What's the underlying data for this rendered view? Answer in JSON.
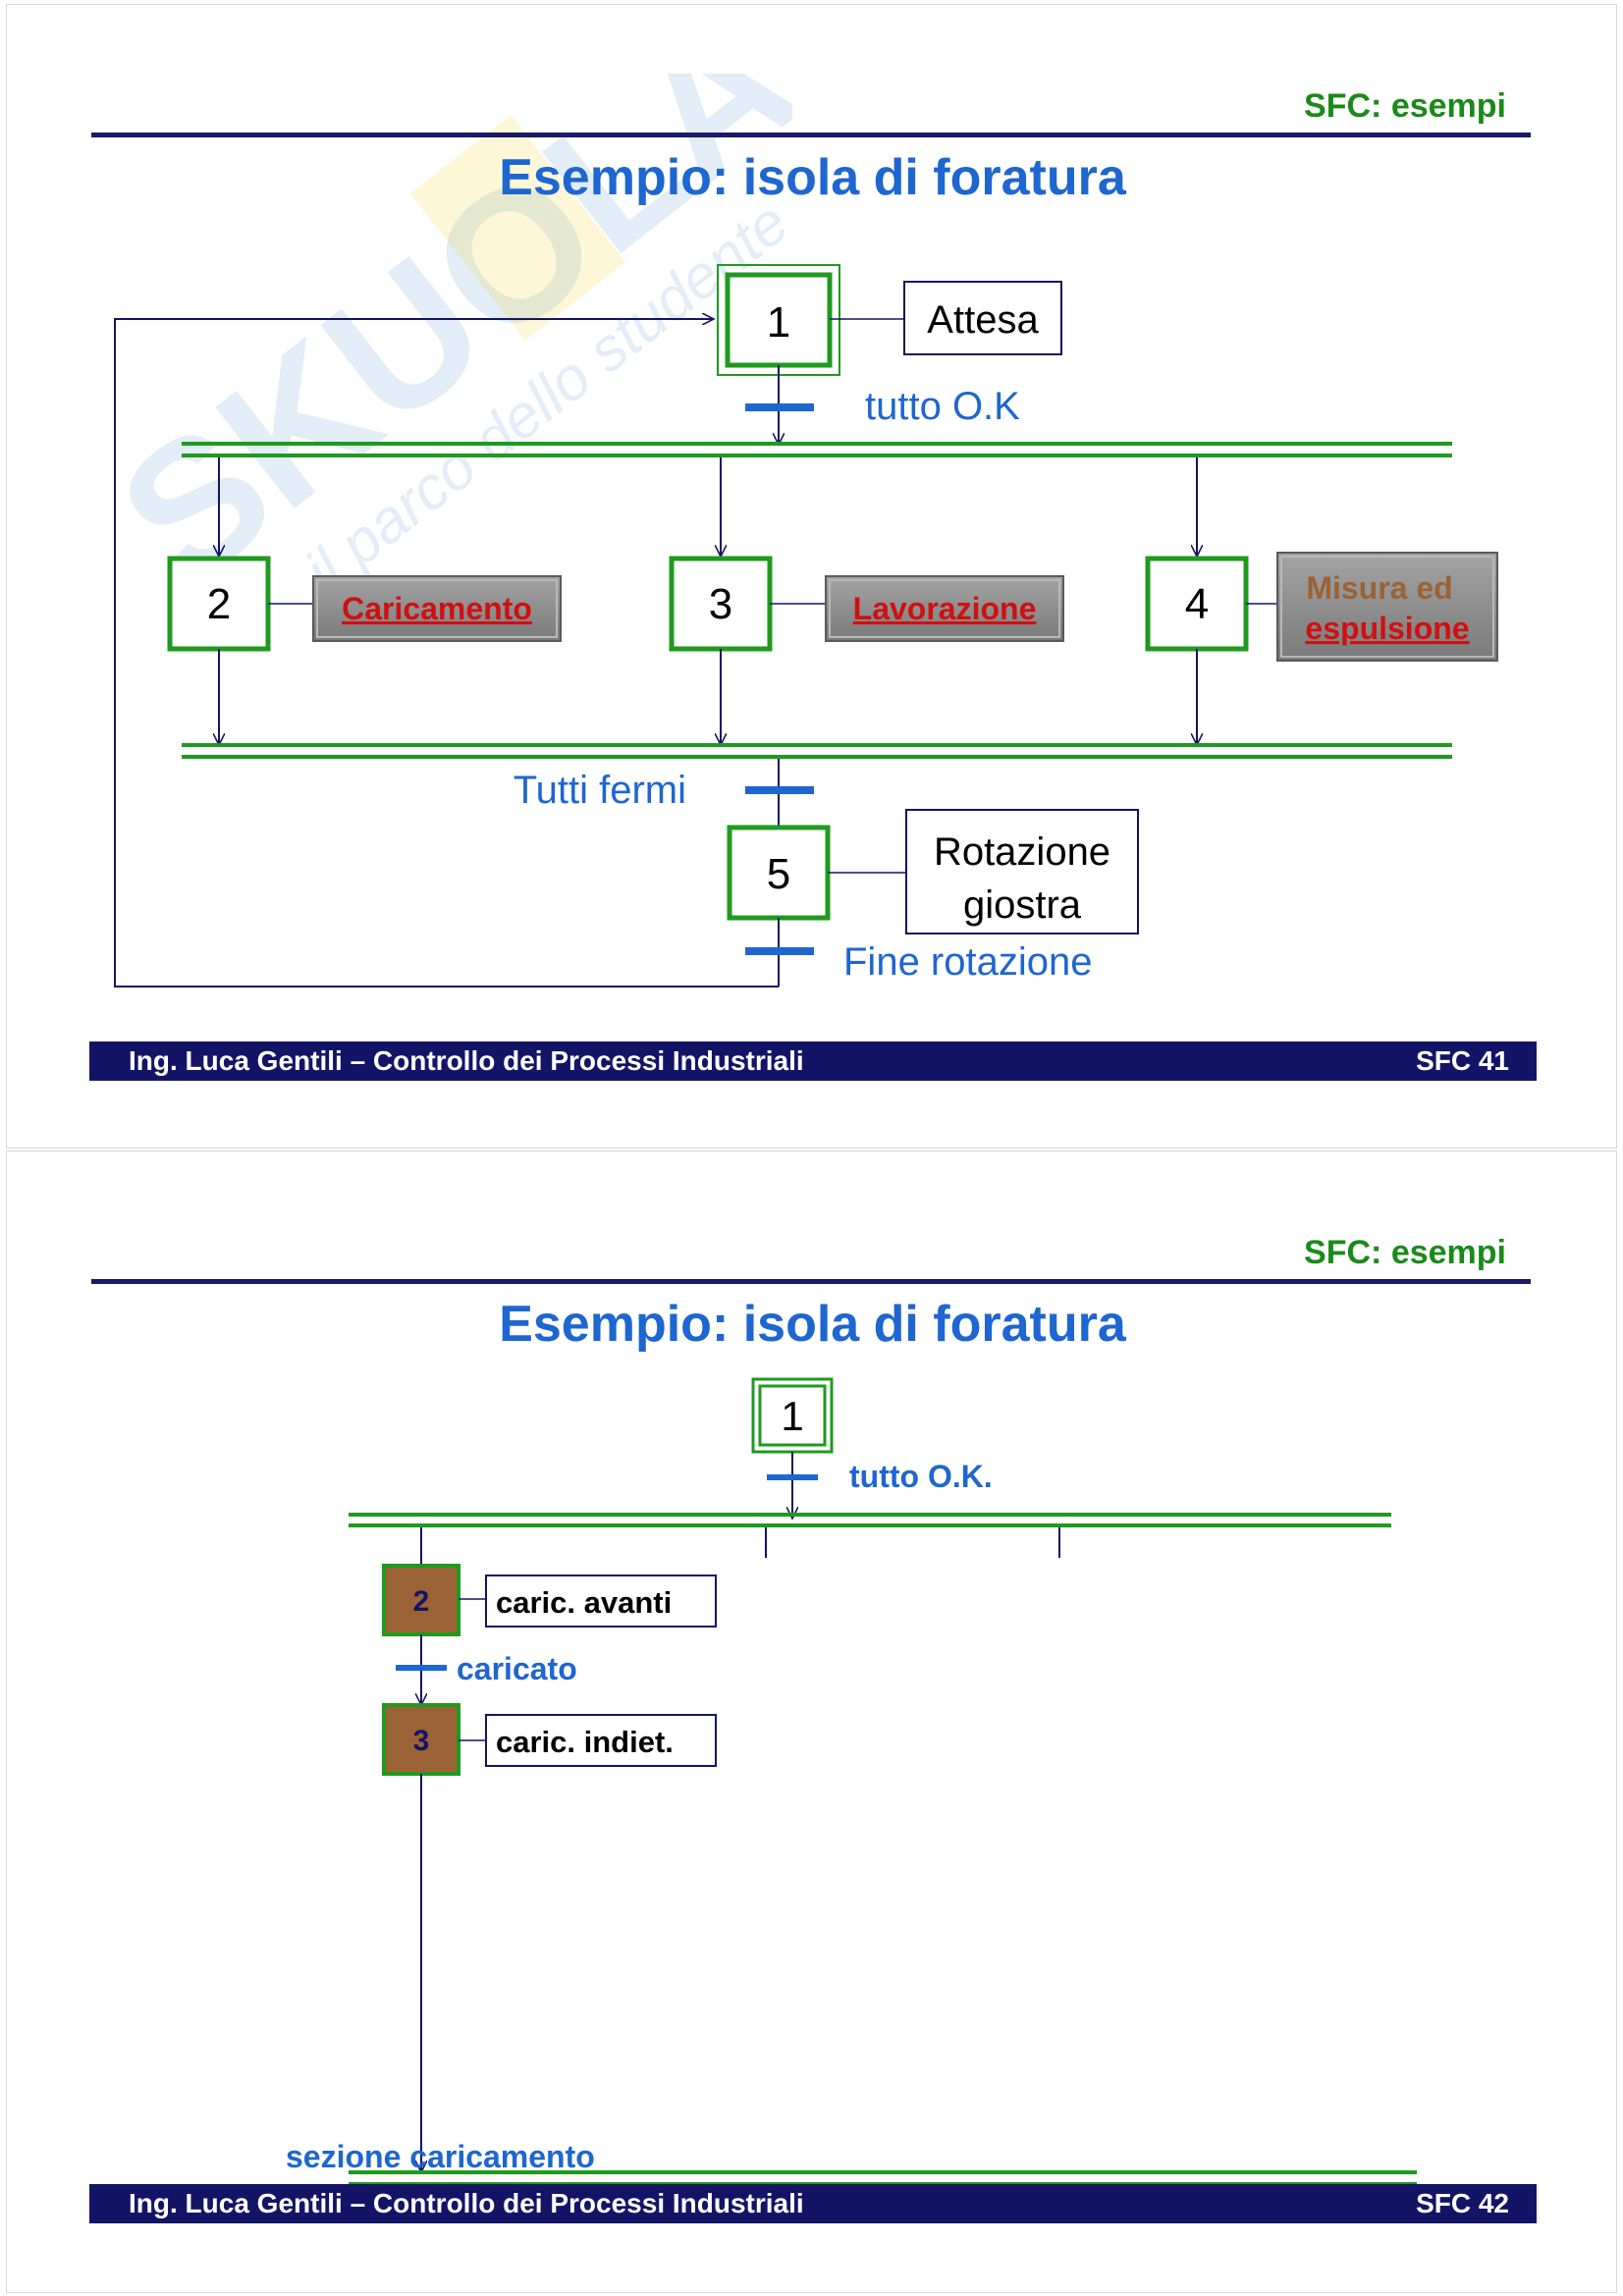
{
  "slides": [
    {
      "section_tag": "SFC: esempi",
      "title": "Esempio: isola di foratura",
      "footer": {
        "course": "Ing. Luca Gentili – Controllo dei Processi Industriali",
        "page": "SFC  41"
      },
      "steps": [
        {
          "id": "1",
          "action": "Attesa",
          "initial": true
        },
        {
          "id": "2",
          "action": "Caricamento",
          "action_style": "button-red"
        },
        {
          "id": "3",
          "action": "Lavorazione",
          "action_style": "button-red"
        },
        {
          "id": "4",
          "action_line1": "Misura ed",
          "action_line2": "espulsione",
          "action_style": "button-brown-red"
        },
        {
          "id": "5",
          "action_line1": "Rotazione",
          "action_line2": "giostra"
        }
      ],
      "transitions": [
        "tutto O.K",
        "Tutti fermi",
        "Fine rotazione"
      ],
      "watermark": {
        "brand": "SKUOLA.net",
        "tagline": "il parco dello studente"
      }
    },
    {
      "section_tag": "SFC: esempi",
      "title": "Esempio: isola di foratura",
      "footer": {
        "course": "Ing. Luca Gentili – Controllo dei Processi Industriali",
        "page": "SFC  42"
      },
      "steps": [
        {
          "id": "1",
          "initial": true
        },
        {
          "id": "2",
          "action": "caric. avanti"
        },
        {
          "id": "3",
          "action": "caric. indiet."
        }
      ],
      "transitions": [
        "tutto O.K.",
        "caricato"
      ],
      "section_label": "sezione caricamento"
    }
  ],
  "colors": {
    "green": "#1f9a1f",
    "blue_text": "#1e66d0",
    "navy": "#141466",
    "step_brown": "#9b6235",
    "button_grey": "#8c8c8c",
    "button_red_text": "#d01010"
  }
}
